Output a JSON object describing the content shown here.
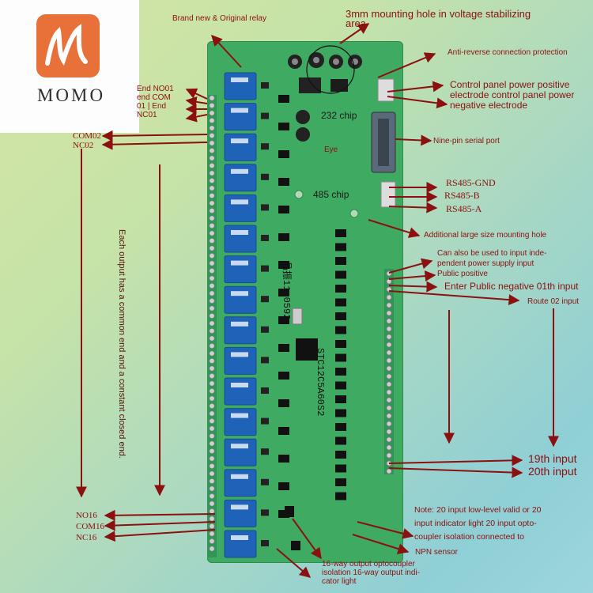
{
  "logo": {
    "text": "MOMO",
    "color": "#e8713a"
  },
  "labels": {
    "brand": "Brand new & Original relay",
    "mounting_hole": "3mm mounting hole in voltage stabilizing\narea",
    "anti_reverse": "Anti-reverse connection protection",
    "control_panel": "Control panel power positive\nelectrode control panel power\nnegative electrode",
    "chip_232": "232 chip",
    "eye": "Eye",
    "nine_pin": "Nine-pin serial port",
    "rs485_gnd": "RS485-GND",
    "rs485_b": "RS485-B",
    "rs485_a": "RS485-A",
    "chip_485": "485 chip",
    "large_hole": "Additional large size mounting hole",
    "independent": "Can also be used to input inde-\npendent power supply input",
    "public_positive": "Public positive",
    "public_negative": "Enter Public negative 01th input",
    "route02": "Route 02 input",
    "input19": "19th input",
    "input20": "20th input",
    "note": "Note: 20 input low-level valid or 20\ninput indicator light 20 input opto-\ncoupler isolation connected to",
    "npn": "NPN sensor",
    "output16": "16-way output optocoupler\nisolation 16-way output indi-\ncator light",
    "end_no01": "End NO01\nend COM\n01 | End\nNC01",
    "com02": "COM02\nNC02",
    "no16": "NO16\nCOM16\nNC16",
    "vertical_note": "Each output has a common end and a constant closed end.",
    "board_crystal": "晶振11.0592",
    "board_mcu": "STC12C5A60S2"
  }
}
